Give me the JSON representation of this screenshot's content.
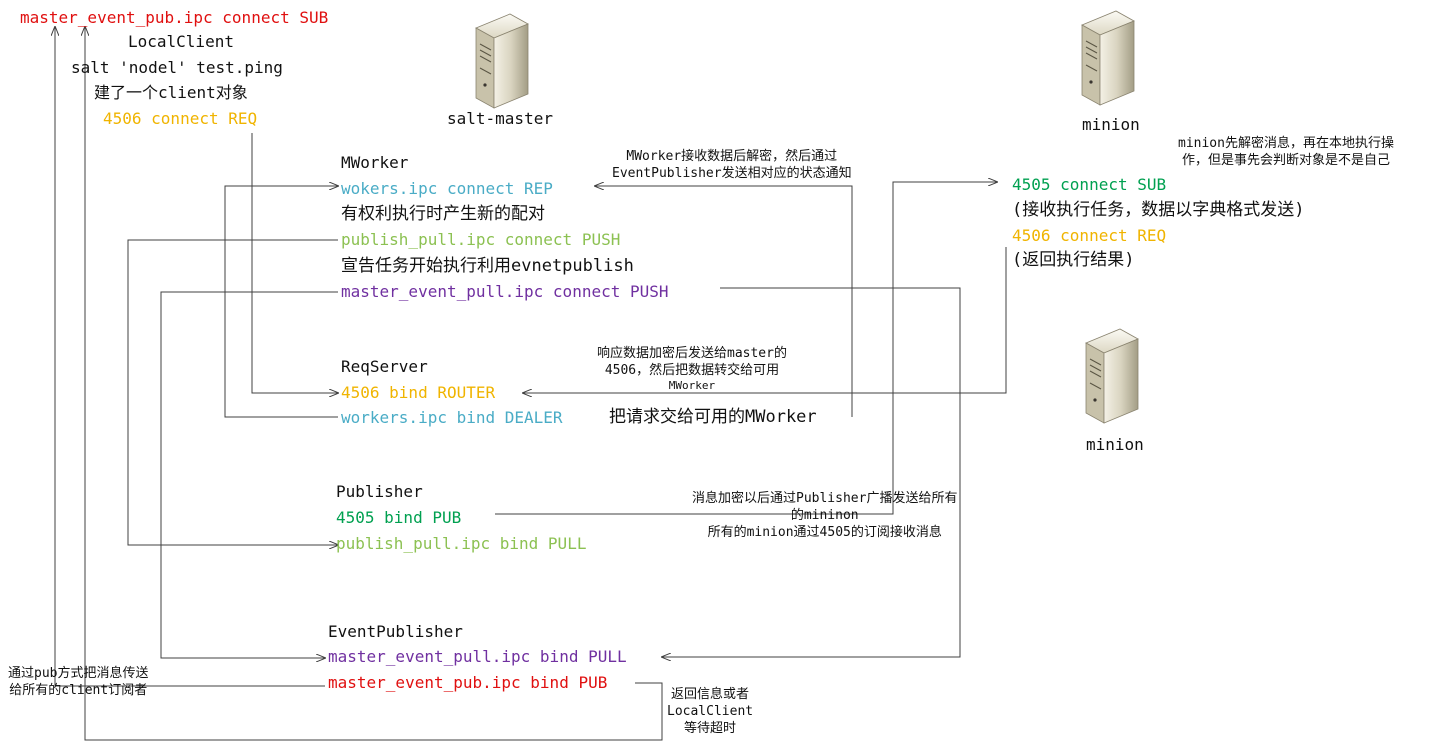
{
  "client": {
    "sub_connect": "master_event_pub.ipc connect SUB",
    "name": "LocalClient",
    "command": "salt 'nodel' test.ping",
    "note": "建了一个client对象",
    "req_connect": "4506 connect REQ"
  },
  "servers": {
    "master_label": "salt-master",
    "minion1_label": "minion",
    "minion2_label": "minion"
  },
  "mworker": {
    "title": "MWorker",
    "rep": "wokers.ipc connect  REP",
    "note1": "有权利执行时产生新的配对",
    "push": "publish_pull.ipc connect PUSH",
    "note2": "宣告任务开始执行利用evnetpublish",
    "event_push": "master_event_pull.ipc  connect PUSH"
  },
  "reqserver": {
    "title": "ReqServer",
    "router": "4506 bind ROUTER",
    "dealer": "workers.ipc  bind  DEALER",
    "dealer_note": "把请求交给可用的MWorker"
  },
  "publisher": {
    "title": "Publisher",
    "pub": "4505 bind  PUB",
    "pull": "publish_pull.ipc bind PULL"
  },
  "eventpublisher": {
    "title": "EventPublisher",
    "pull": "master_event_pull.ipc bind PULL",
    "pub": "master_event_pub.ipc bind PUB"
  },
  "minion": {
    "note": [
      "minion先解密消息，再在本地执行操",
      "作，但是事先会判断对象是不是自己"
    ],
    "sub": "4505 connect SUB",
    "sub_note": "(接收执行任务，数据以字典格式发送)",
    "req": "4506 connect REQ",
    "req_note": "(返回执行结果)"
  },
  "annotations": {
    "mworker_decrypt": [
      "MWorker接收数据后解密，然后通过",
      "EventPublisher发送相对应的状态通知"
    ],
    "response": [
      "响应数据加密后发送给master的",
      "4506，然后把数据转交给可用",
      "MWorker"
    ],
    "broadcast": [
      "消息加密以后通过Publisher广播发送给所有",
      "的mininon",
      "所有的minion通过4505的订阅接收消息"
    ],
    "pub_to_clients": [
      "通过pub方式把消息传送",
      "给所有的client订阅者"
    ],
    "return_wait": [
      "返回信息或者",
      "LocalClient",
      "等待超时"
    ]
  },
  "colors": {
    "red": "#e01010",
    "orange": "#f0b400",
    "teal": "#4aacc6",
    "light_green": "#8cc152",
    "purple": "#7030a0",
    "green": "#00a050",
    "line": "#404040"
  }
}
